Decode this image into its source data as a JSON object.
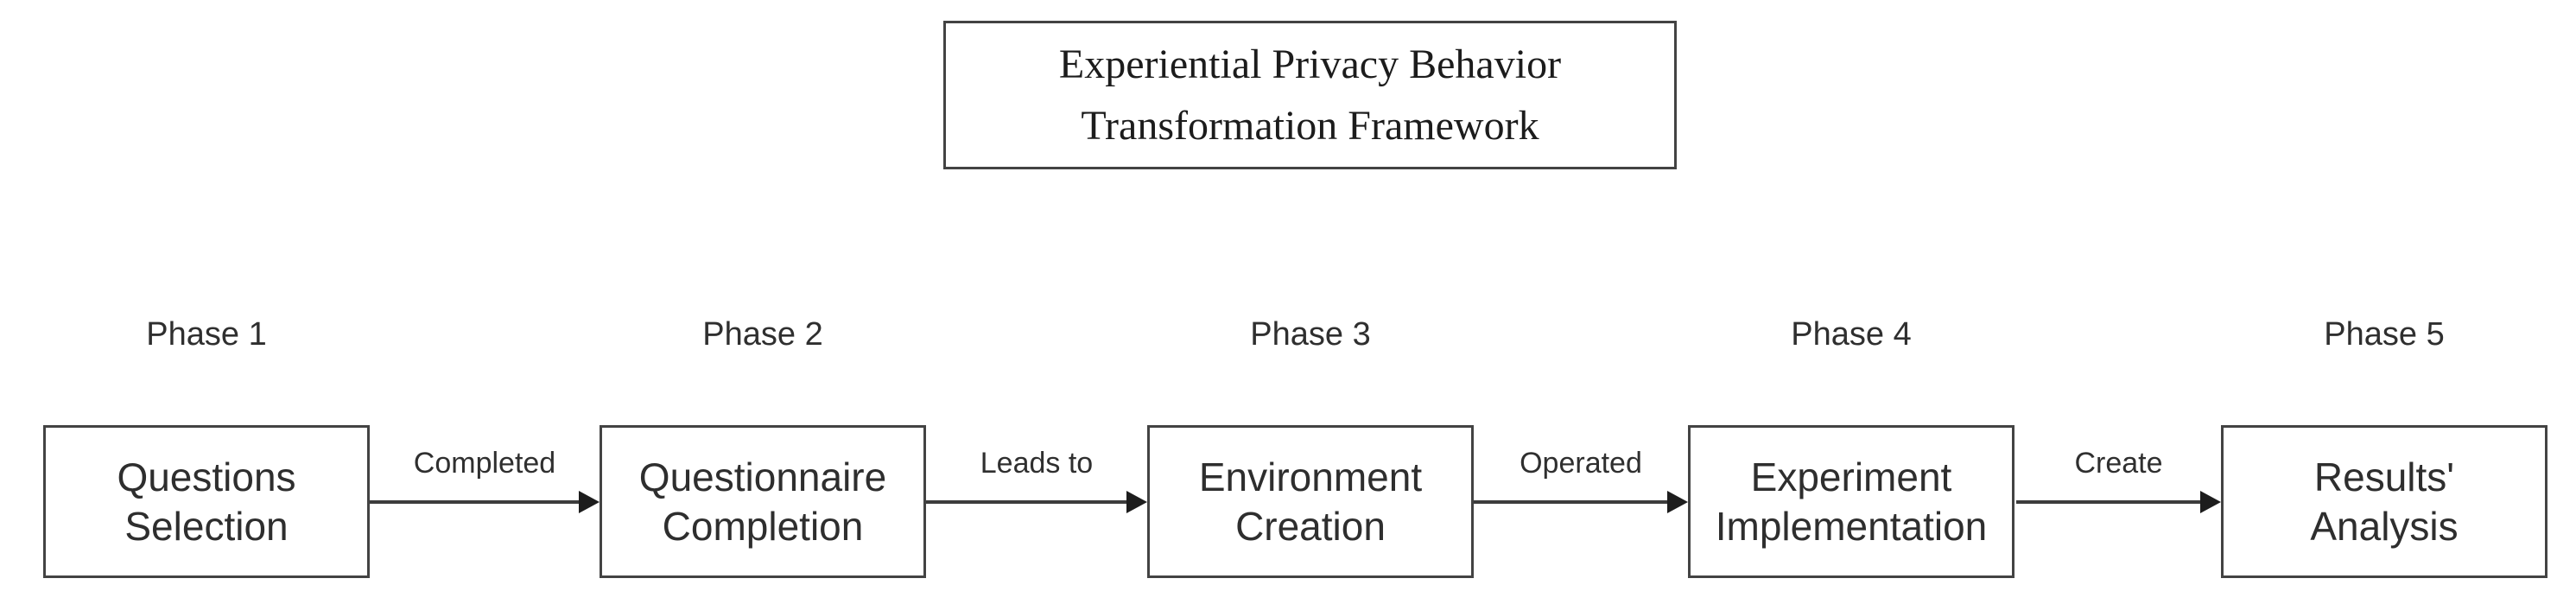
{
  "diagram": {
    "title": {
      "line1": "Experiential Privacy Behavior",
      "line2": "Transformation Framework"
    },
    "phases": [
      {
        "label": "Phase 1",
        "name_line1": "Questions",
        "name_line2": "Selection"
      },
      {
        "label": "Phase 2",
        "name_line1": "Questionnaire",
        "name_line2": "Completion"
      },
      {
        "label": "Phase 3",
        "name_line1": "Environment",
        "name_line2": "Creation"
      },
      {
        "label": "Phase 4",
        "name_line1": "Experiment",
        "name_line2": "Implementation"
      },
      {
        "label": "Phase 5",
        "name_line1": "Results'",
        "name_line2": "Analysis"
      }
    ],
    "connectors": [
      {
        "label": "Completed",
        "from": "Questions Selection",
        "to": "Questionnaire Completion"
      },
      {
        "label": "Leads to",
        "from": "Questionnaire Completion",
        "to": "Environment Creation"
      },
      {
        "label": "Operated",
        "from": "Environment Creation",
        "to": "Experiment Implementation"
      },
      {
        "label": "Create",
        "from": "Experiment Implementation",
        "to": "Results' Analysis"
      }
    ],
    "colors": {
      "background": "#ffffff",
      "stroke": "#434343",
      "text": "#2e2e2e",
      "arrow": "#1d1d1d"
    }
  }
}
